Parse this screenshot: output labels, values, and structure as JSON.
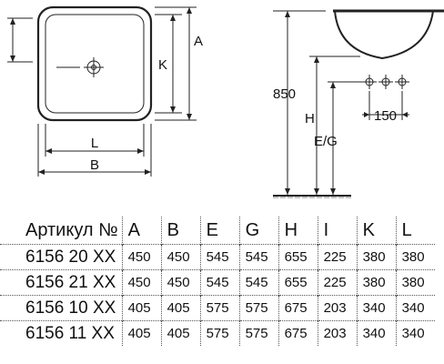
{
  "dimension_labels": {
    "A": "A",
    "K": "K",
    "L": "L",
    "B": "B",
    "height_total": "850",
    "H": "H",
    "EG": "E/G",
    "spacing": "150"
  },
  "table": {
    "header": [
      "Артикул №",
      "A",
      "B",
      "E",
      "G",
      "H",
      "I",
      "K",
      "L"
    ],
    "rows": [
      [
        "6156 20 XX",
        "450",
        "450",
        "545",
        "545",
        "655",
        "225",
        "380",
        "380"
      ],
      [
        "6156 21 XX",
        "450",
        "450",
        "545",
        "545",
        "655",
        "225",
        "380",
        "380"
      ],
      [
        "6156 10 XX",
        "405",
        "405",
        "575",
        "575",
        "675",
        "203",
        "340",
        "340"
      ],
      [
        "6156 11 XX",
        "405",
        "405",
        "575",
        "575",
        "675",
        "203",
        "340",
        "340"
      ]
    ]
  }
}
